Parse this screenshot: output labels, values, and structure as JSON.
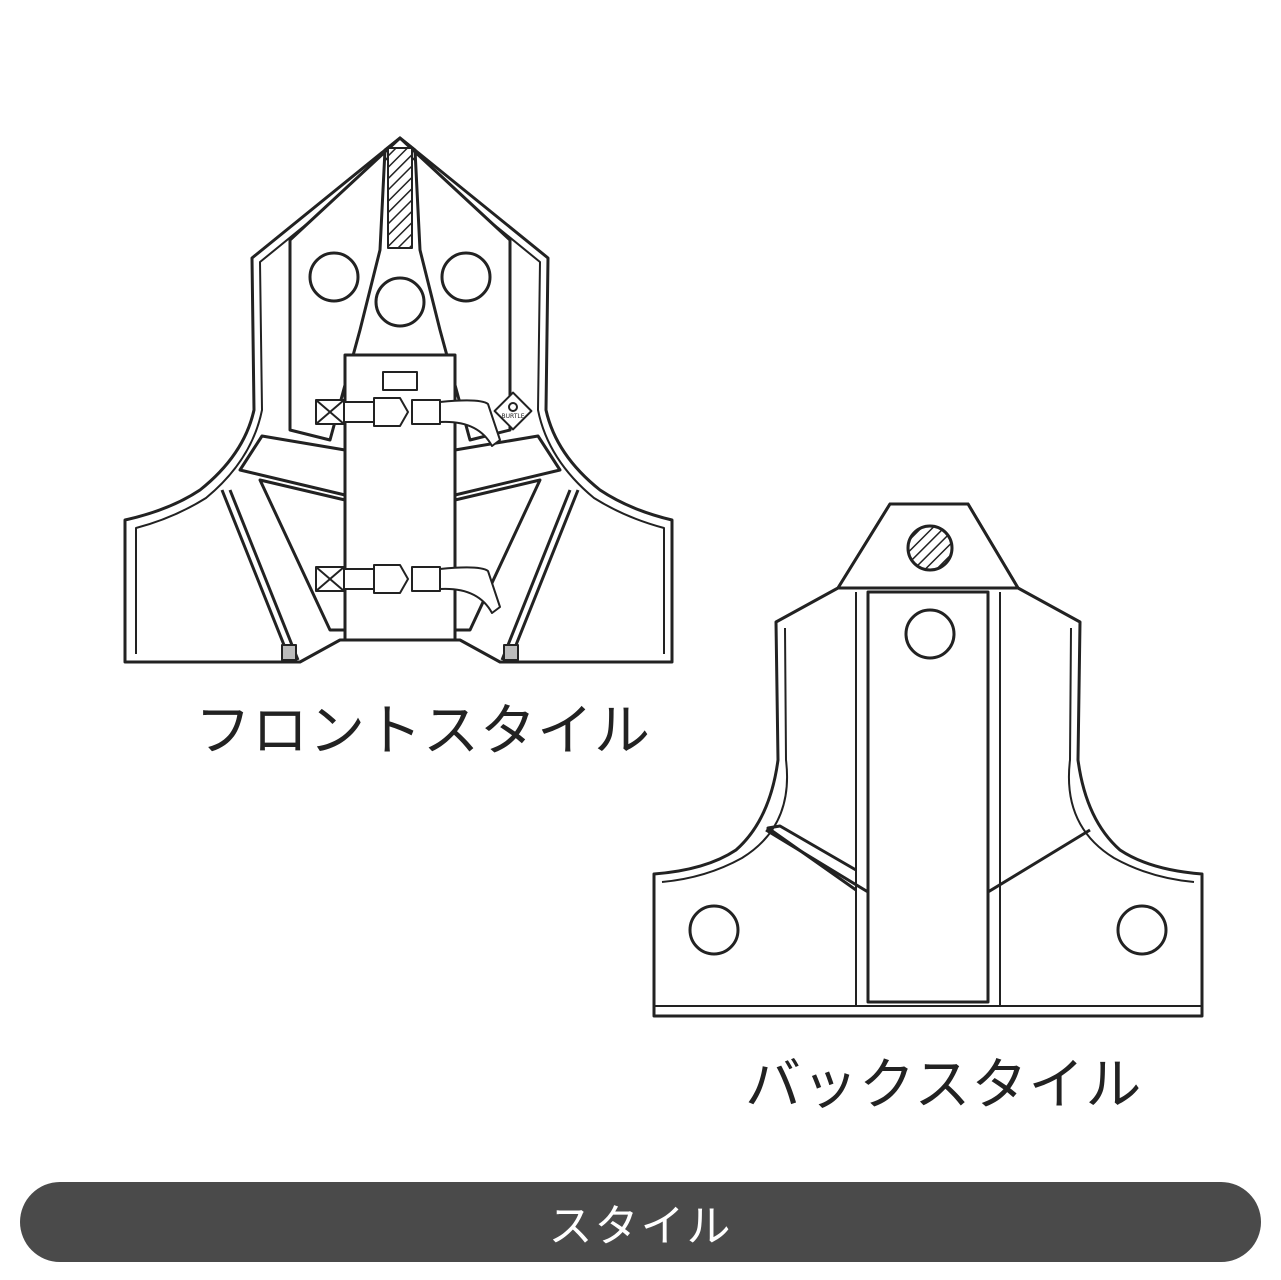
{
  "front": {
    "caption": "フロントスタイル",
    "logo_text": "BURTLE"
  },
  "back": {
    "caption": "バックスタイル"
  },
  "footer": {
    "label": "スタイル"
  },
  "colors": {
    "line": "#222222",
    "fill": "#ffffff",
    "pill": "#4a4a4a",
    "pill_text": "#ffffff"
  }
}
